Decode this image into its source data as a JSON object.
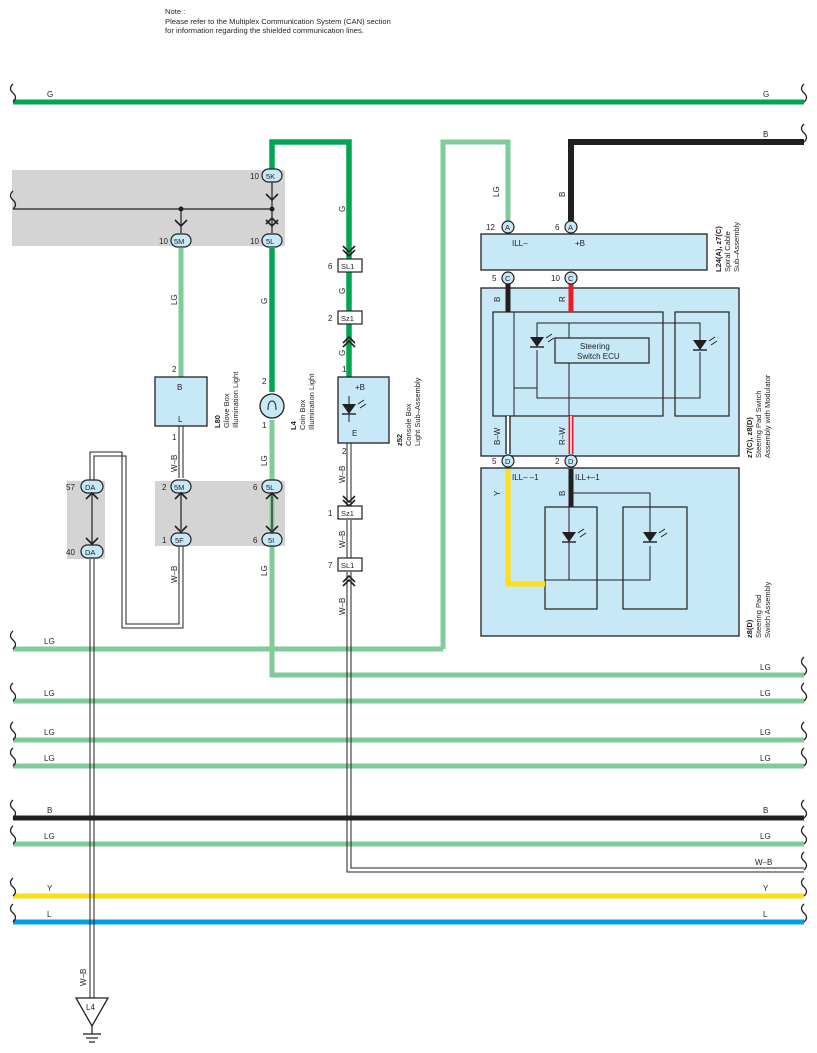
{
  "note": {
    "title": "Note :",
    "line1": "Please refer to the Multiplex Communication System (CAN) section",
    "line2": "for information regarding the shielded communication lines."
  },
  "colors": {
    "G": "#00a651",
    "LG": "#7fcc9a",
    "B": "#231f20",
    "Y": "#ffde17",
    "L": "#00a0e3",
    "R": "#ed1c24",
    "box": "#c6e8f7",
    "shade": "#d4d4d4"
  },
  "buses": {
    "g": "G",
    "b_top": "B",
    "lg1": "LG",
    "lg2": "LG",
    "lg3": "LG",
    "lg4": "LG",
    "lg5": "LG",
    "lg6": "LG",
    "lg7": "LG",
    "b2": "B",
    "wb": "W–B",
    "y": "Y",
    "l": "L"
  },
  "wires": {
    "lg_a": "LG",
    "b_a": "B",
    "lg_5m": "LG",
    "g_5l": "G",
    "g_z52": "G",
    "g_sl1": "G",
    "g_sz1": "G",
    "wb_l80": "W–B",
    "wb_l80b": "W–B",
    "lg_l4": "LG",
    "lg_l4b": "LG",
    "wb_z52": "W–B",
    "wb_z52b": "W–B",
    "wb_z52c": "W–B",
    "b_c": "B",
    "r_c": "R",
    "bw": "B–W",
    "rw": "R–W",
    "y_d": "Y",
    "b_d": "B",
    "wb_gnd": "W–B"
  },
  "connectors": {
    "j10_5k": {
      "pin": "10",
      "code": "5K"
    },
    "j10_5m": {
      "pin": "10",
      "code": "5M"
    },
    "j10_5l": {
      "pin": "10",
      "code": "5L"
    },
    "j2_5m": {
      "pin": "2",
      "code": "5M"
    },
    "j1_5f": {
      "pin": "1",
      "code": "5F"
    },
    "j6_5l": {
      "pin": "6",
      "code": "5L"
    },
    "j6_5i": {
      "pin": "6",
      "code": "5I"
    },
    "j57_da": {
      "pin": "57",
      "code": "DA"
    },
    "j40_da": {
      "pin": "40",
      "code": "DA"
    },
    "sl1_top": {
      "pin": "6",
      "code": "SL1"
    },
    "sz1_top": {
      "pin": "2",
      "code": "Sz1"
    },
    "sz1_bot": {
      "pin": "1",
      "code": "Sz1"
    },
    "sl1_bot": {
      "pin": "7",
      "code": "SL1"
    },
    "a12": {
      "pin": "12",
      "code": "A"
    },
    "a6": {
      "pin": "6",
      "code": "A"
    },
    "c5": {
      "pin": "5",
      "code": "C"
    },
    "c10": {
      "pin": "10",
      "code": "C"
    },
    "d5": {
      "pin": "5",
      "code": "D"
    },
    "d2": {
      "pin": "2",
      "code": "D"
    }
  },
  "components": {
    "l80": {
      "top_pin": "2",
      "bot_pin": "1",
      "term_top": "B",
      "term_bot": "L",
      "id": "L80",
      "name1": "Glove Box",
      "name2": "Illumination Light"
    },
    "l4": {
      "top_pin": "2",
      "bot_pin": "1",
      "id": "L4",
      "name1": "Coin Box",
      "name2": "Illumination Light"
    },
    "z52": {
      "top_pin": "1",
      "bot_pin": "2",
      "term_top": "+B",
      "term_bot": "E",
      "id": "z52",
      "name1": "Console Box",
      "name2": "Light Sub–Assembly"
    },
    "spiral": {
      "term_l": "ILL–",
      "term_r": "+B",
      "id": "L24(A), z7(C)",
      "name1": "Spiral Cable",
      "name2": "Sub–Assembly"
    },
    "modulator": {
      "ecu1": "Steering",
      "ecu2": "Switch ECU",
      "id": "z7(C), z8(D)",
      "name1": "Steering Pad Switch",
      "name2": "Assembly with Modulator"
    },
    "pad": {
      "term_l": "ILL– –1",
      "term_r": "ILL+–1",
      "id": "z8(D)",
      "name1": "Steering Pad",
      "name2": "Switch Assembly"
    },
    "ground": {
      "code": "L4"
    }
  }
}
